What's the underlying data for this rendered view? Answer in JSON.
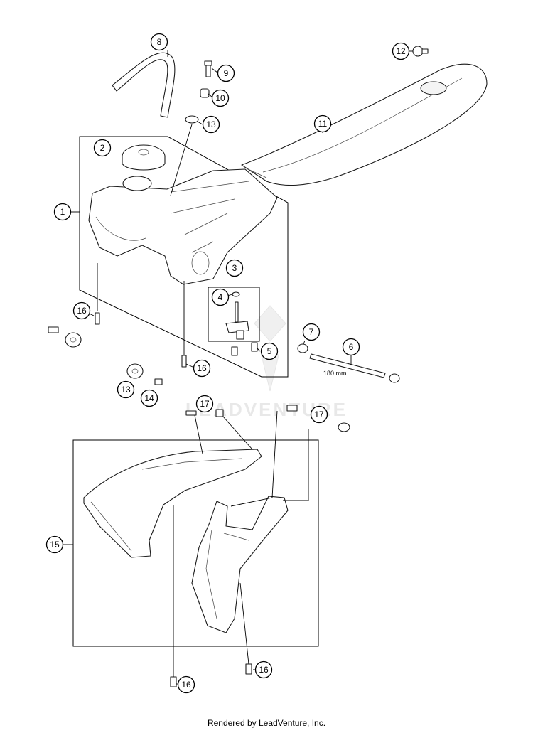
{
  "callouts": {
    "c1": "1",
    "c2": "2",
    "c3": "3",
    "c4": "4",
    "c5": "5",
    "c6": "6",
    "c7": "7",
    "c8": "8",
    "c9": "9",
    "c10": "10",
    "c11": "11",
    "c12": "12",
    "c13a": "13",
    "c13b": "13",
    "c14": "14",
    "c15": "15",
    "c16a": "16",
    "c16b": "16",
    "c16c": "16",
    "c16d": "16",
    "c17a": "17",
    "c17b": "17"
  },
  "dimension_label": "180 mm",
  "watermark": "LEADVENTURE",
  "footer": "Rendered by LeadVenture, Inc.",
  "colors": {
    "line": "#000000",
    "watermark": "#e8e8e8",
    "background": "#ffffff"
  }
}
